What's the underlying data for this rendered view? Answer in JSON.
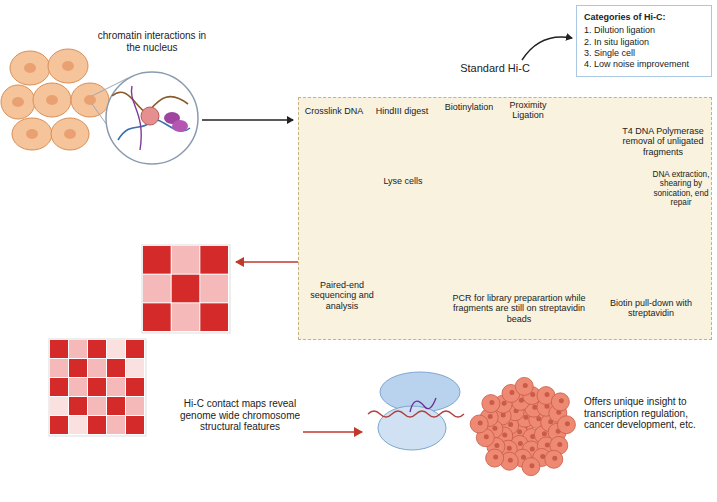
{
  "diagram": {
    "nodes": [
      {
        "text": [
          "Categories of Hi-C:",
          "1. Dilution ligation",
          "2. In situ ligation",
          "3. Single cell",
          "4. Low noise improvement"
        ]
      },
      {
        "text": [
          "Crosslink DNA",
          "HindIII digest",
          "Lyse cells",
          "Biotinylation",
          "Proximity Ligation",
          "T4 DNA Polymerase removal of unligated fragments",
          "DNA extraction, shearing by sonication, end repair",
          "Biotin pull-down with streptavidin",
          "PCR for library preparartion while fragments are still on streptavidin beads",
          "Paired-end sequencing and analysis"
        ]
      }
    ],
    "labels": [
      "chromatin interactions in the nucleus",
      "Standard Hi-C",
      "Hi-C contact maps reveal genome wide chromosome structural features",
      "Offers unique insight to transcription regulation, cancer development, etc."
    ]
  }
}
